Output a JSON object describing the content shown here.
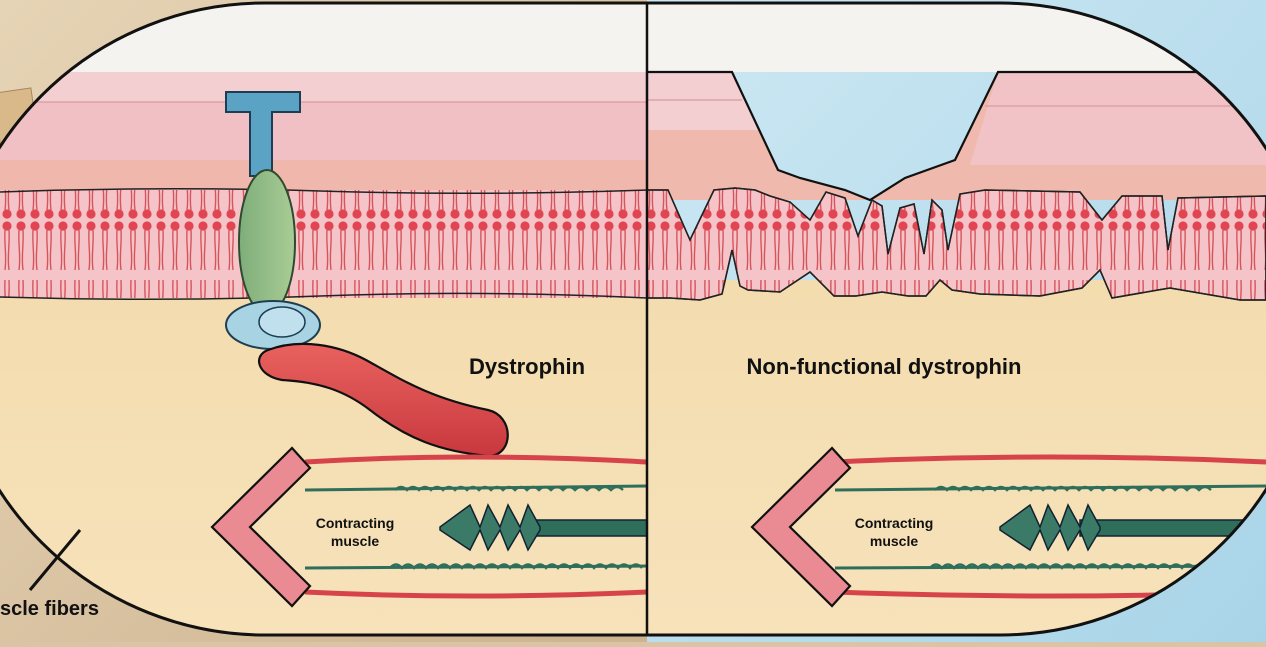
{
  "labels": {
    "left_panel": "Dystrophin",
    "right_panel": "Non-functional dystrophin",
    "contracting_left": [
      "Contracting",
      "muscle"
    ],
    "contracting_right": [
      "Contracting",
      "muscle"
    ],
    "callout": "scle fibers"
  },
  "colors": {
    "background_left": "#d8c3a3",
    "background_right": "#b9dcec",
    "outer_layer": "#f2c9cc",
    "middle_layer": "#f0b8ae",
    "membrane_fill": "#f3c1c6",
    "lipid_head": "#e24552",
    "cytoplasm": "#f2dbb0",
    "dystrophin": "#d9464a",
    "green_protein": "#93bb8a",
    "blue_protein": "#5aa3c4",
    "light_blue_protein": "#a8d3e3",
    "actin": "#d7434a",
    "myosin": "#2f6e5a",
    "outline": "#111111"
  }
}
